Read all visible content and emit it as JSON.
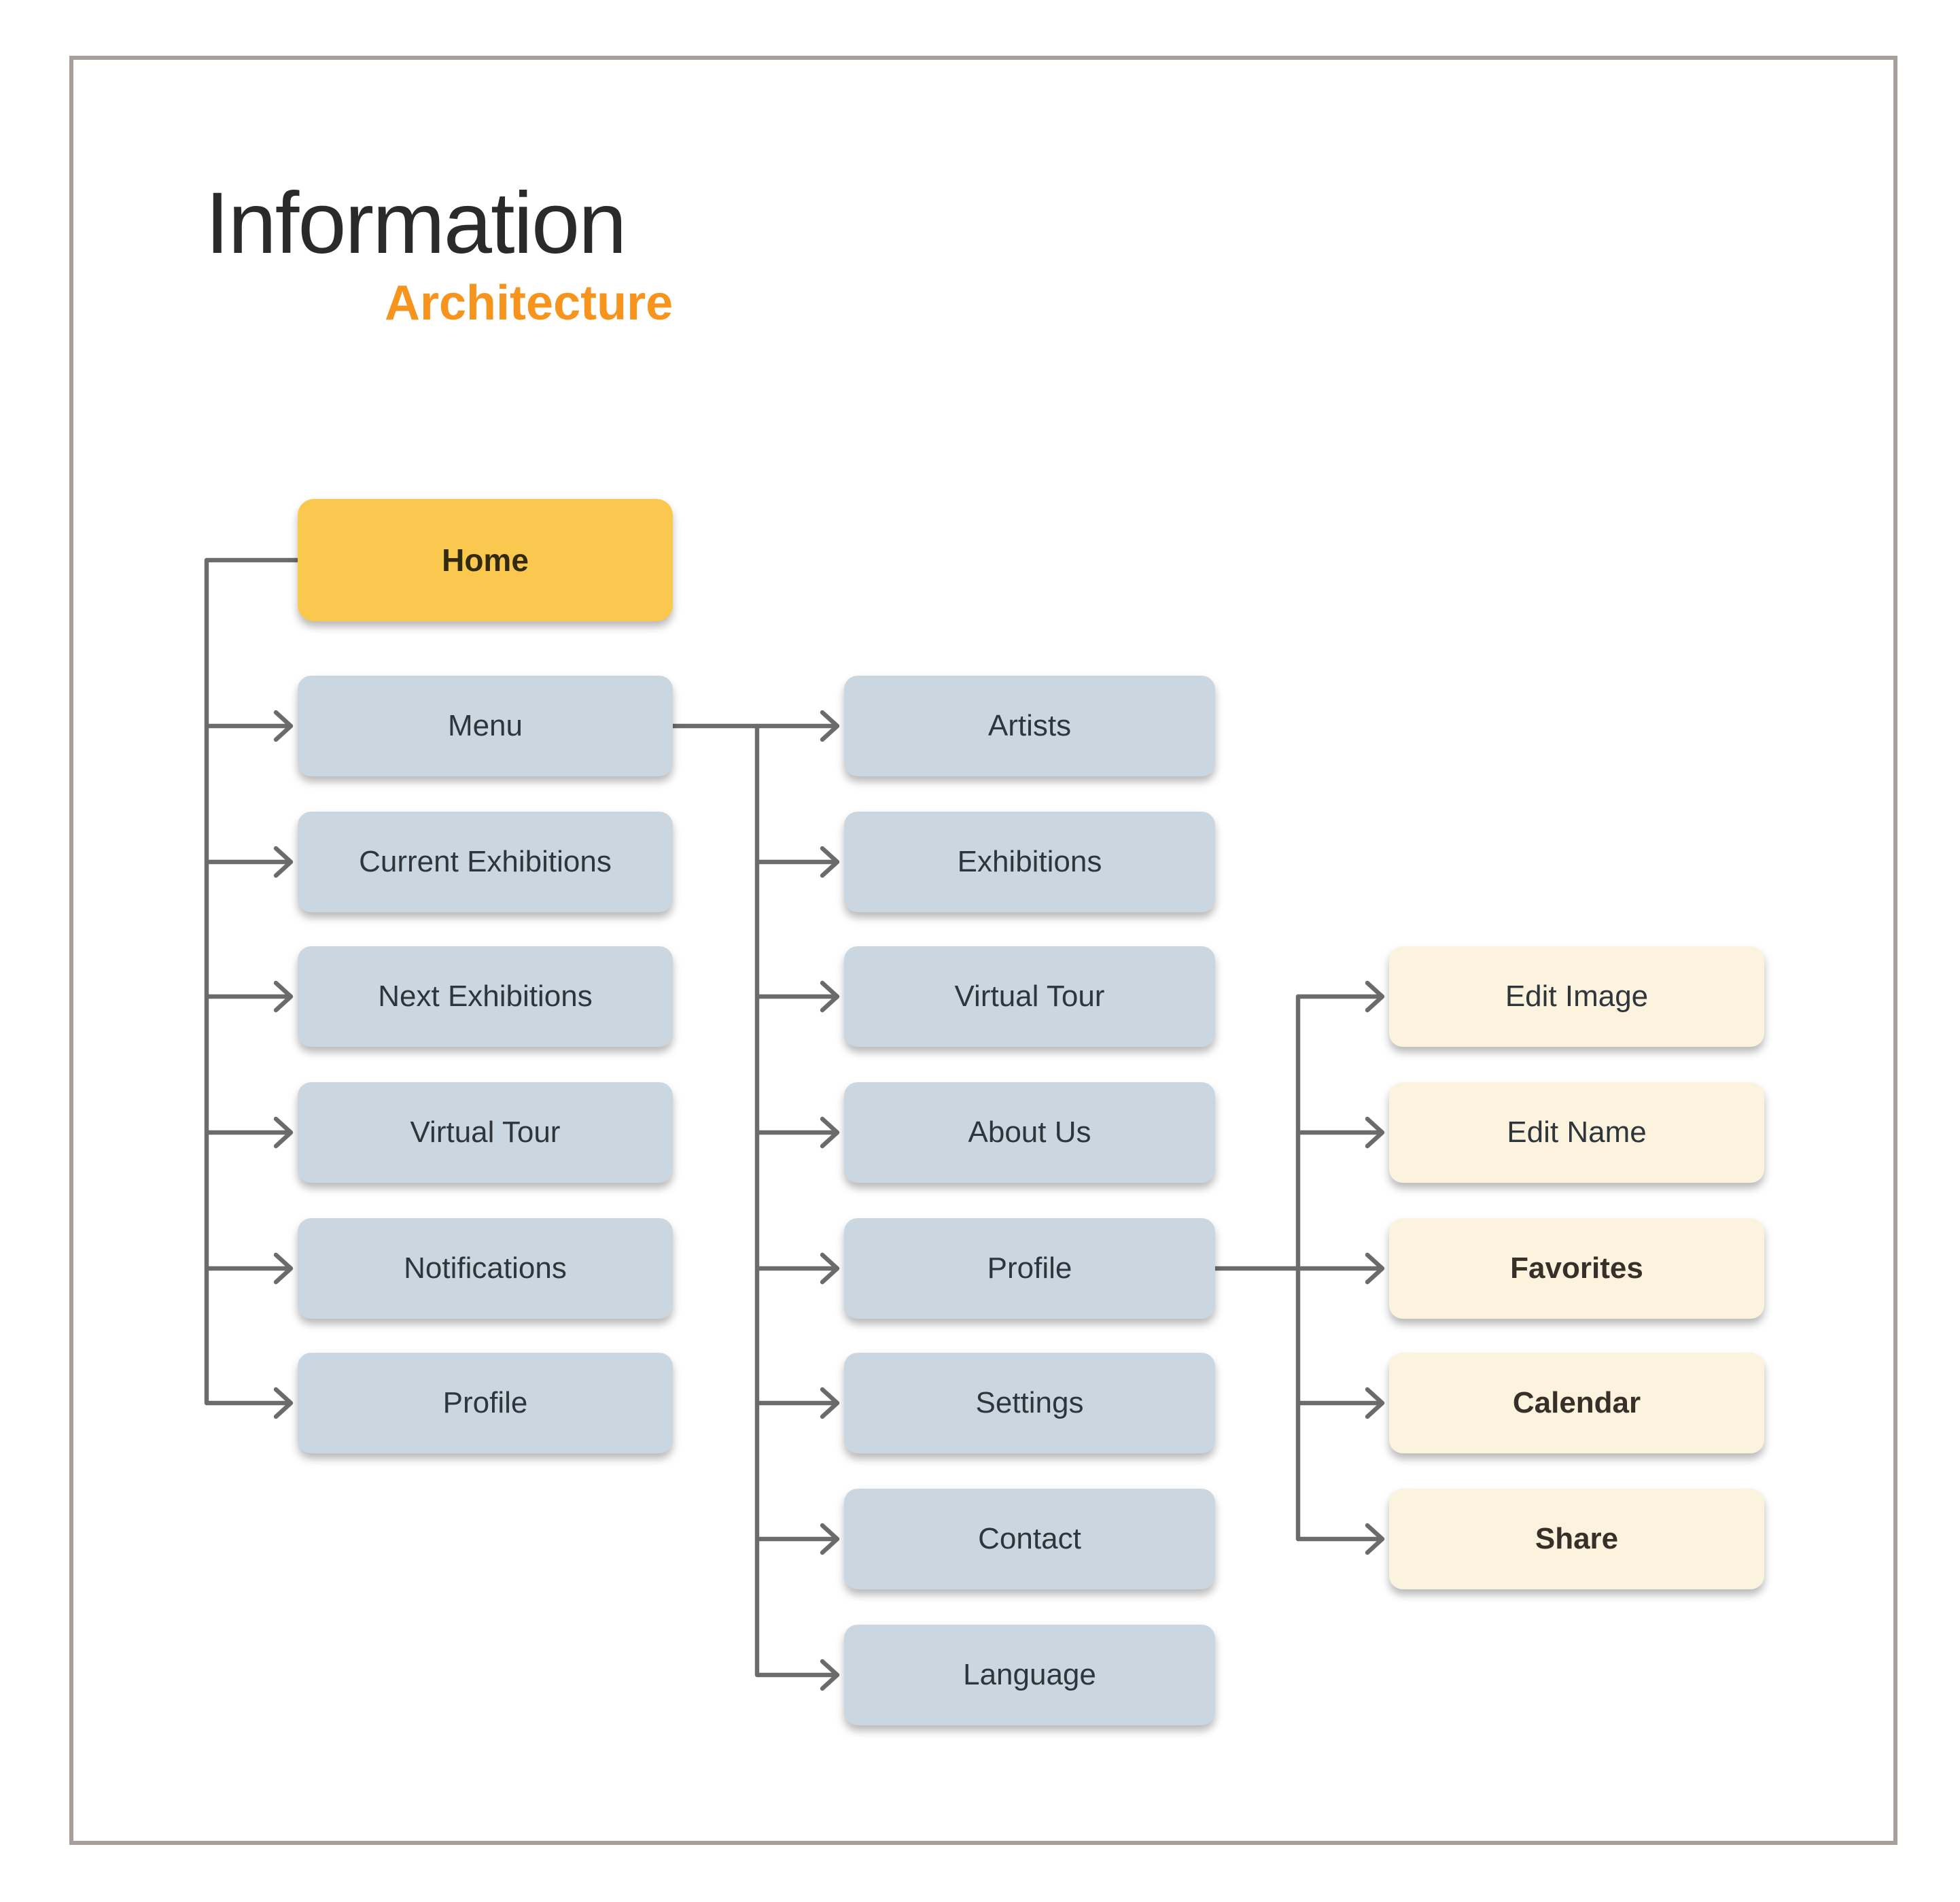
{
  "title": {
    "main": "Information",
    "accent": "Architecture"
  },
  "palette": {
    "title-dark": "#2A2A2A",
    "accent-orange": "#F7941E",
    "node-yellow": "#FBC84F",
    "node-blue": "#CBD7E0",
    "node-cream": "#FBF3DE",
    "connector-gray": "#6B6B6B",
    "frame-gray": "#A89F9C",
    "node-text": "#2F363B",
    "root-text": "#322A10",
    "bold-text": "#383028"
  },
  "nodes": {
    "root": "Home",
    "level1": [
      "Menu",
      "Current Exhibitions",
      "Next Exhibitions",
      "Virtual Tour",
      "Notifications",
      "Profile"
    ],
    "level2": [
      "Artists",
      "Exhibitions",
      "Virtual Tour",
      "About Us",
      "Profile",
      "Settings",
      "Contact",
      "Language"
    ],
    "level3": [
      "Edit Image",
      "Edit Name",
      "Favorites",
      "Calendar",
      "Share"
    ]
  },
  "edges": [
    {
      "from": "Home",
      "to": [
        "Menu",
        "Current Exhibitions",
        "Next Exhibitions",
        "Virtual Tour",
        "Notifications",
        "Profile"
      ]
    },
    {
      "from": "Menu",
      "to": [
        "Artists",
        "Exhibitions",
        "Virtual Tour",
        "About Us",
        "Profile",
        "Settings",
        "Contact",
        "Language"
      ]
    },
    {
      "from": "Profile (level 2)",
      "to": [
        "Edit Image",
        "Edit Name",
        "Favorites",
        "Calendar",
        "Share"
      ]
    }
  ]
}
